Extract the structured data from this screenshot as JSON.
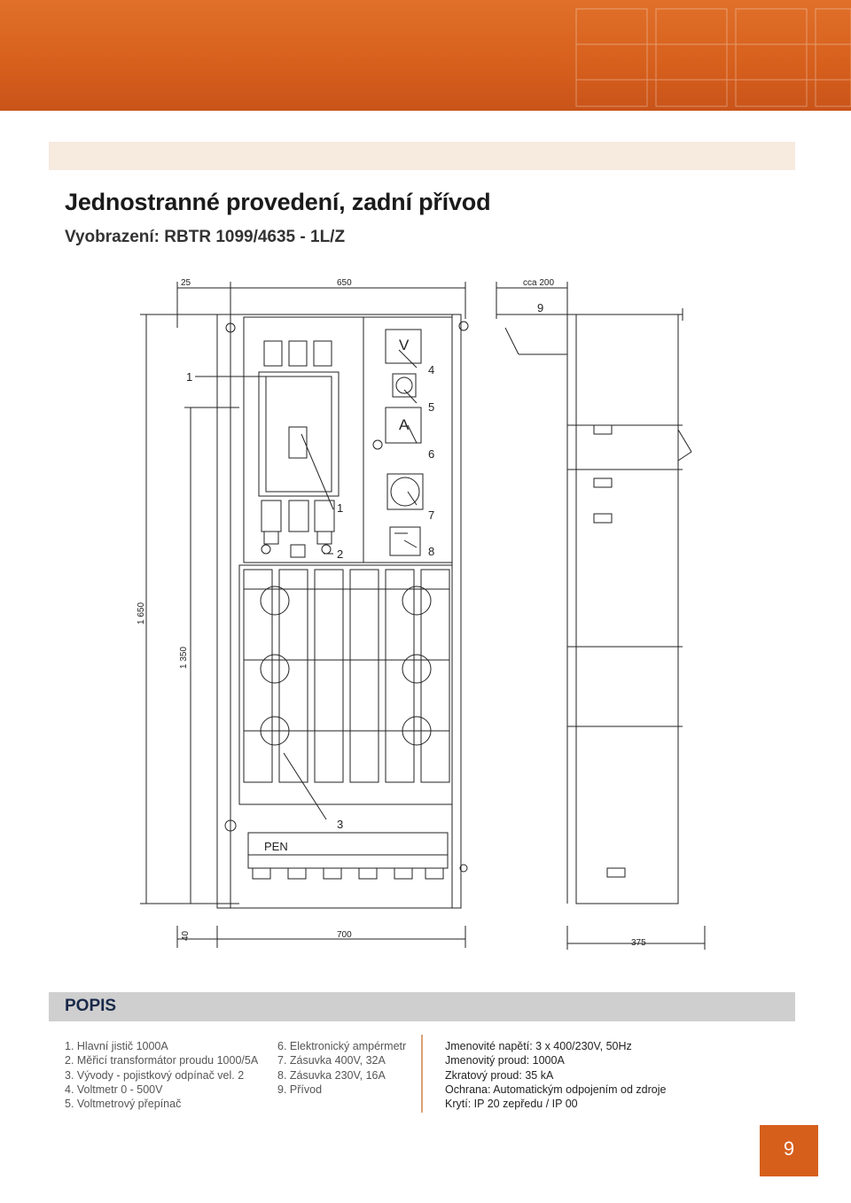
{
  "header": {
    "title": "Jednostranné provedení, zadní přívod",
    "subtitle": "Vyobrazení: RBTR 1099/4635 - 1L/Z"
  },
  "drawing": {
    "dim_top_left": "25",
    "dim_top_width": "650",
    "dim_top_depth": "cca 200",
    "dim_height_total": "1 650",
    "dim_height_body": "1 350",
    "dim_bottom_base": "40",
    "dim_bottom_width": "700",
    "dim_bottom_depth": "375",
    "label_V": "V",
    "label_A": "A",
    "label_PEN": "PEN",
    "callouts": [
      "1",
      "1",
      "2",
      "3",
      "4",
      "5",
      "6",
      "7",
      "8",
      "9"
    ]
  },
  "popis": {
    "heading": "POPIS",
    "items_col1": [
      "1.  Hlavní jistič 1000A",
      "2.  Měřicí transformátor proudu 1000/5A",
      "3.  Vývody - pojistkový odpínač vel. 2",
      "4.  Voltmetr 0 - 500V",
      "5.  Voltmetrový přepínač"
    ],
    "items_col2": [
      "6.  Elektronický ampérmetr",
      "7.  Zásuvka 400V, 32A",
      "8.  Zásuvka 230V, 16A",
      "9.  Přívod"
    ],
    "specs": [
      "Jmenovité napětí: 3 x 400/230V, 50Hz",
      "Jmenovitý proud: 1000A",
      "Zkratový proud: 35 kA",
      "Ochrana: Automatickým odpojením od zdroje",
      "Krytí: IP 20 zepředu / IP 00"
    ]
  },
  "page_number": "9",
  "colors": {
    "accent": "#d65f1c",
    "band": "#cfcfcf",
    "beige": "#f7eadf"
  }
}
